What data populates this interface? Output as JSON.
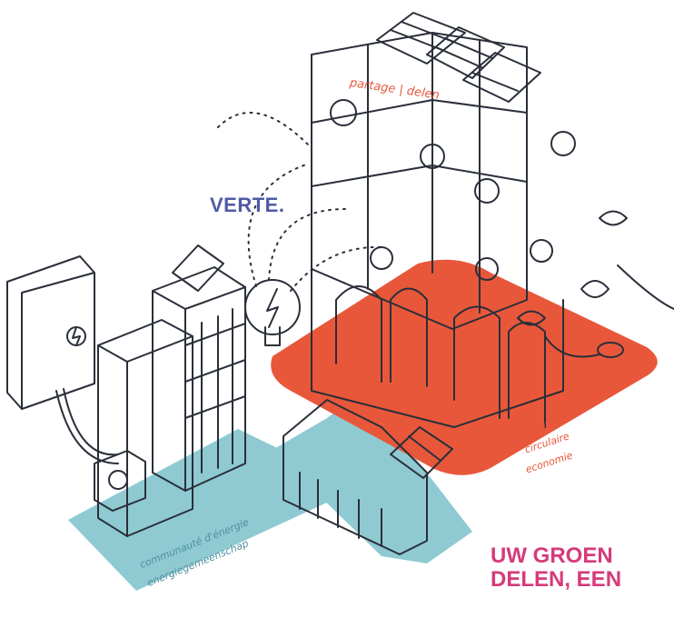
{
  "labels": {
    "partage": "partage | delen",
    "economie": [
      "économie",
      "circulaire",
      "economie"
    ],
    "communaute": [
      "communauté d'énergie",
      "energiegemeenschap"
    ]
  },
  "headline_left": "VERTE.",
  "headline_right": [
    "UW GROEN",
    "DELEN, EEN"
  ],
  "colors": {
    "headline_left": "#4f5aa6",
    "headline_right": "#d63a7a",
    "teal": "#8fcad2",
    "orange": "#e8573a",
    "ink": "#2a2f3a"
  },
  "icons": [
    "solar-panel-icon",
    "lightbulb-icon",
    "leaf-icon",
    "electric-meter-icon"
  ]
}
